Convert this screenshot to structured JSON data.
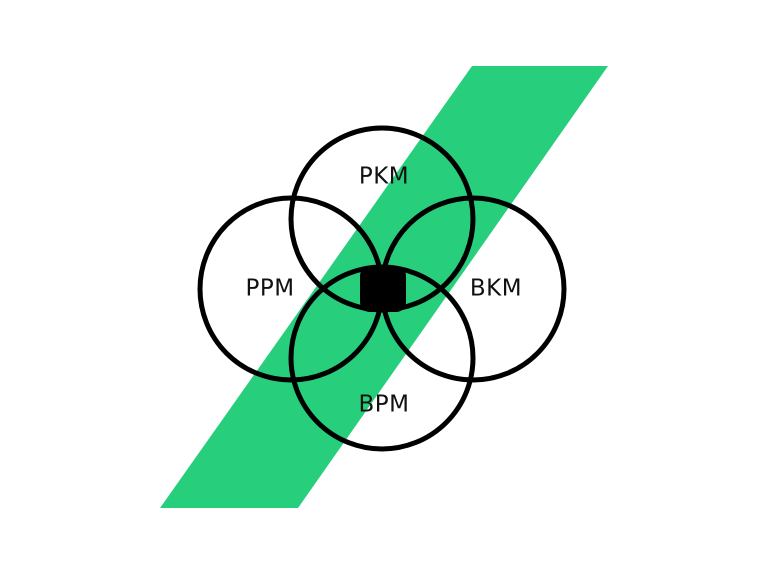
{
  "colors": {
    "background": "#ffffff",
    "band": "#27cf7d",
    "outline": "#000000",
    "center": "#000000",
    "text": "#111111"
  },
  "labels": {
    "top": "PKM",
    "left": "PPM",
    "right": "BKM",
    "bottom": "BPM"
  }
}
